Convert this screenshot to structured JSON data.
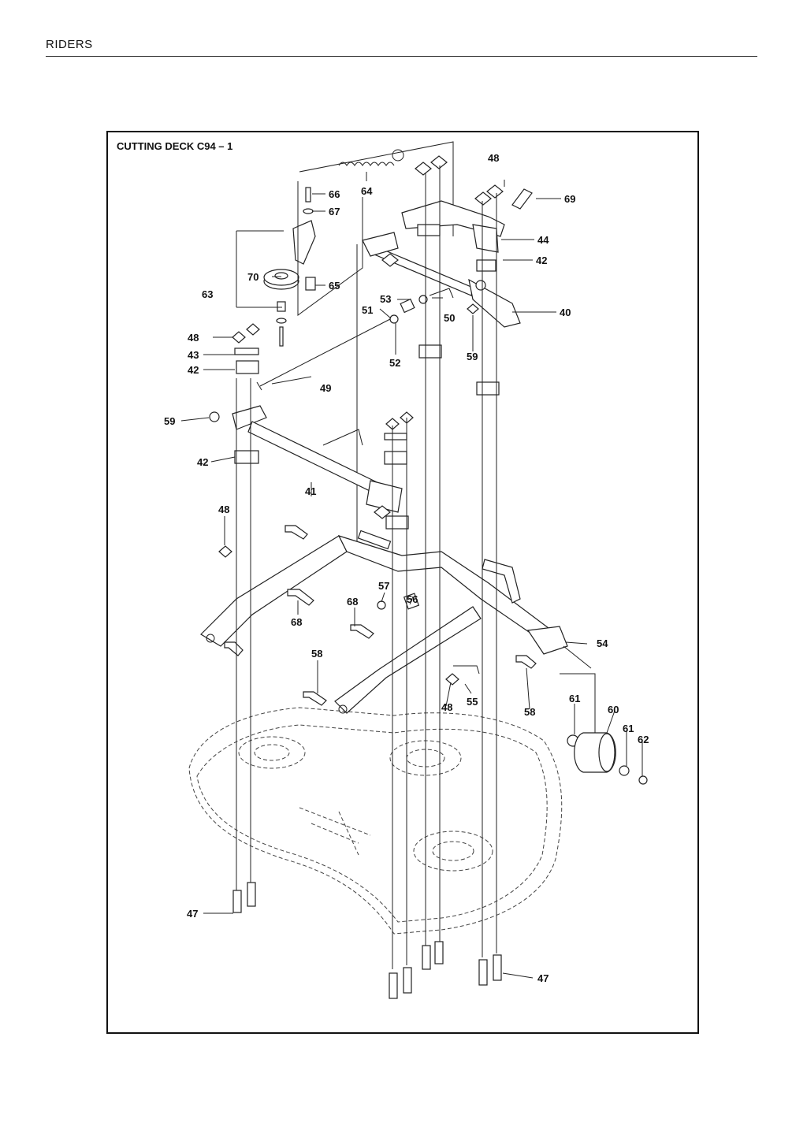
{
  "header": {
    "section": "RIDERS"
  },
  "diagram": {
    "title": "CUTTING DECK C94 – 1",
    "callouts": [
      {
        "id": "c64",
        "text": "64"
      },
      {
        "id": "c66",
        "text": "66"
      },
      {
        "id": "c67",
        "text": "67"
      },
      {
        "id": "c65",
        "text": "65"
      },
      {
        "id": "c70",
        "text": "70"
      },
      {
        "id": "c63",
        "text": "63"
      },
      {
        "id": "c48a",
        "text": "48"
      },
      {
        "id": "c69",
        "text": "69"
      },
      {
        "id": "c44",
        "text": "44"
      },
      {
        "id": "c42a",
        "text": "42"
      },
      {
        "id": "c40",
        "text": "40"
      },
      {
        "id": "c53",
        "text": "53"
      },
      {
        "id": "c51",
        "text": "51"
      },
      {
        "id": "c50",
        "text": "50"
      },
      {
        "id": "c52",
        "text": "52"
      },
      {
        "id": "c59a",
        "text": "59"
      },
      {
        "id": "c48b",
        "text": "48"
      },
      {
        "id": "c43",
        "text": "43"
      },
      {
        "id": "c42b",
        "text": "42"
      },
      {
        "id": "c49",
        "text": "49"
      },
      {
        "id": "c59b",
        "text": "59"
      },
      {
        "id": "c42c",
        "text": "42"
      },
      {
        "id": "c41",
        "text": "41"
      },
      {
        "id": "c48c",
        "text": "48"
      },
      {
        "id": "c57",
        "text": "57"
      },
      {
        "id": "c56",
        "text": "56"
      },
      {
        "id": "c68a",
        "text": "68"
      },
      {
        "id": "c68b",
        "text": "68"
      },
      {
        "id": "c54",
        "text": "54"
      },
      {
        "id": "c58a",
        "text": "58"
      },
      {
        "id": "c55",
        "text": "55"
      },
      {
        "id": "c48d",
        "text": "48"
      },
      {
        "id": "c58b",
        "text": "58"
      },
      {
        "id": "c61a",
        "text": "61"
      },
      {
        "id": "c60",
        "text": "60"
      },
      {
        "id": "c61b",
        "text": "61"
      },
      {
        "id": "c62",
        "text": "62"
      },
      {
        "id": "c47a",
        "text": "47"
      },
      {
        "id": "c47b",
        "text": "47"
      }
    ]
  }
}
